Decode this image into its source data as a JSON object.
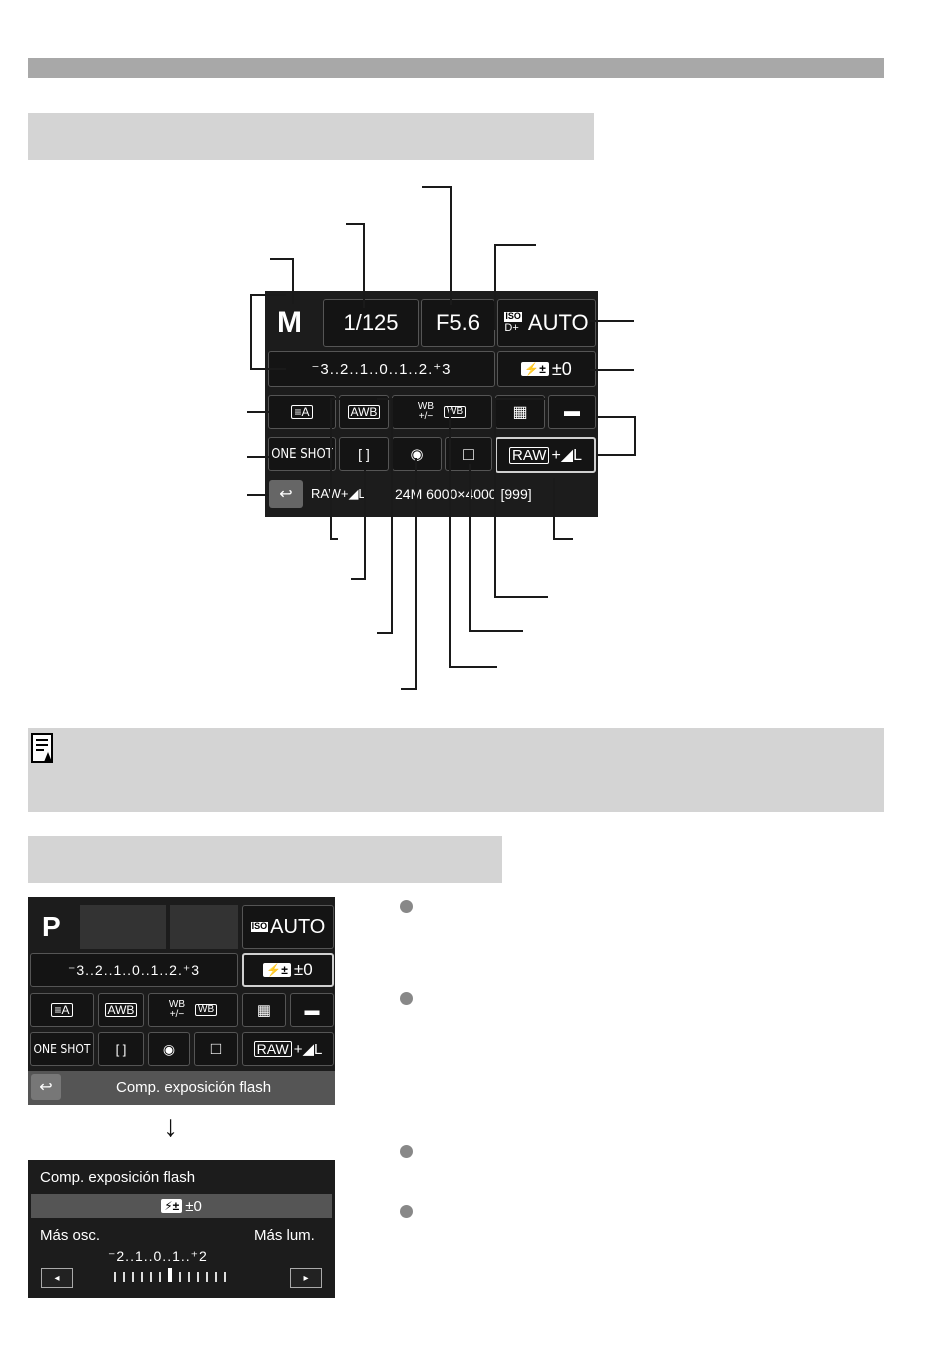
{
  "screen1": {
    "mode": "M",
    "shutter": "1/125",
    "aperture": "F5.6",
    "iso_icon_top": "ISO",
    "iso_icon_bottom": "D+",
    "iso_value": "AUTO",
    "exposure_scale": "⁻3..2..1..0..1..2.⁺3",
    "flash_comp_icon": "⚡±",
    "flash_comp_value": "±0",
    "picture_style": "≡A",
    "white_balance": "AWB",
    "wb_shift_top": "WB",
    "wb_shift_bottom": "+/−",
    "wb_bracket": "WB",
    "alo_icon": "alo-icon",
    "drive_icon": "drive-icon",
    "af_mode": "ONE SHOT",
    "image_quality": "RAW",
    "image_quality_suffix": "+◢L",
    "status_quality": "RAW+◢L",
    "status_info": "24M 6000×4000  [999]"
  },
  "screen2": {
    "mode": "P",
    "iso_icon": "ISO",
    "iso_value": "AUTO",
    "exposure_scale": "⁻3..2..1..0..1..2.⁺3",
    "flash_comp_value": "±0",
    "picture_style": "≡A",
    "white_balance": "AWB",
    "wb_shift_top": "WB",
    "wb_shift_bottom": "+/−",
    "wb_bracket": "WB",
    "af_mode": "ONE SHOT",
    "image_quality": "RAW",
    "image_quality_suffix": "+◢L",
    "status_label": "Comp. exposición flash"
  },
  "screen3": {
    "title": "Comp. exposición flash",
    "value": "±0",
    "left_label": "Más osc.",
    "right_label": "Más lum.",
    "scale": "⁻2..1..0..1..⁺2",
    "left_arrow": "◂",
    "right_arrow": "▸"
  },
  "arrow_down": "↓",
  "back_symbol": "↩"
}
